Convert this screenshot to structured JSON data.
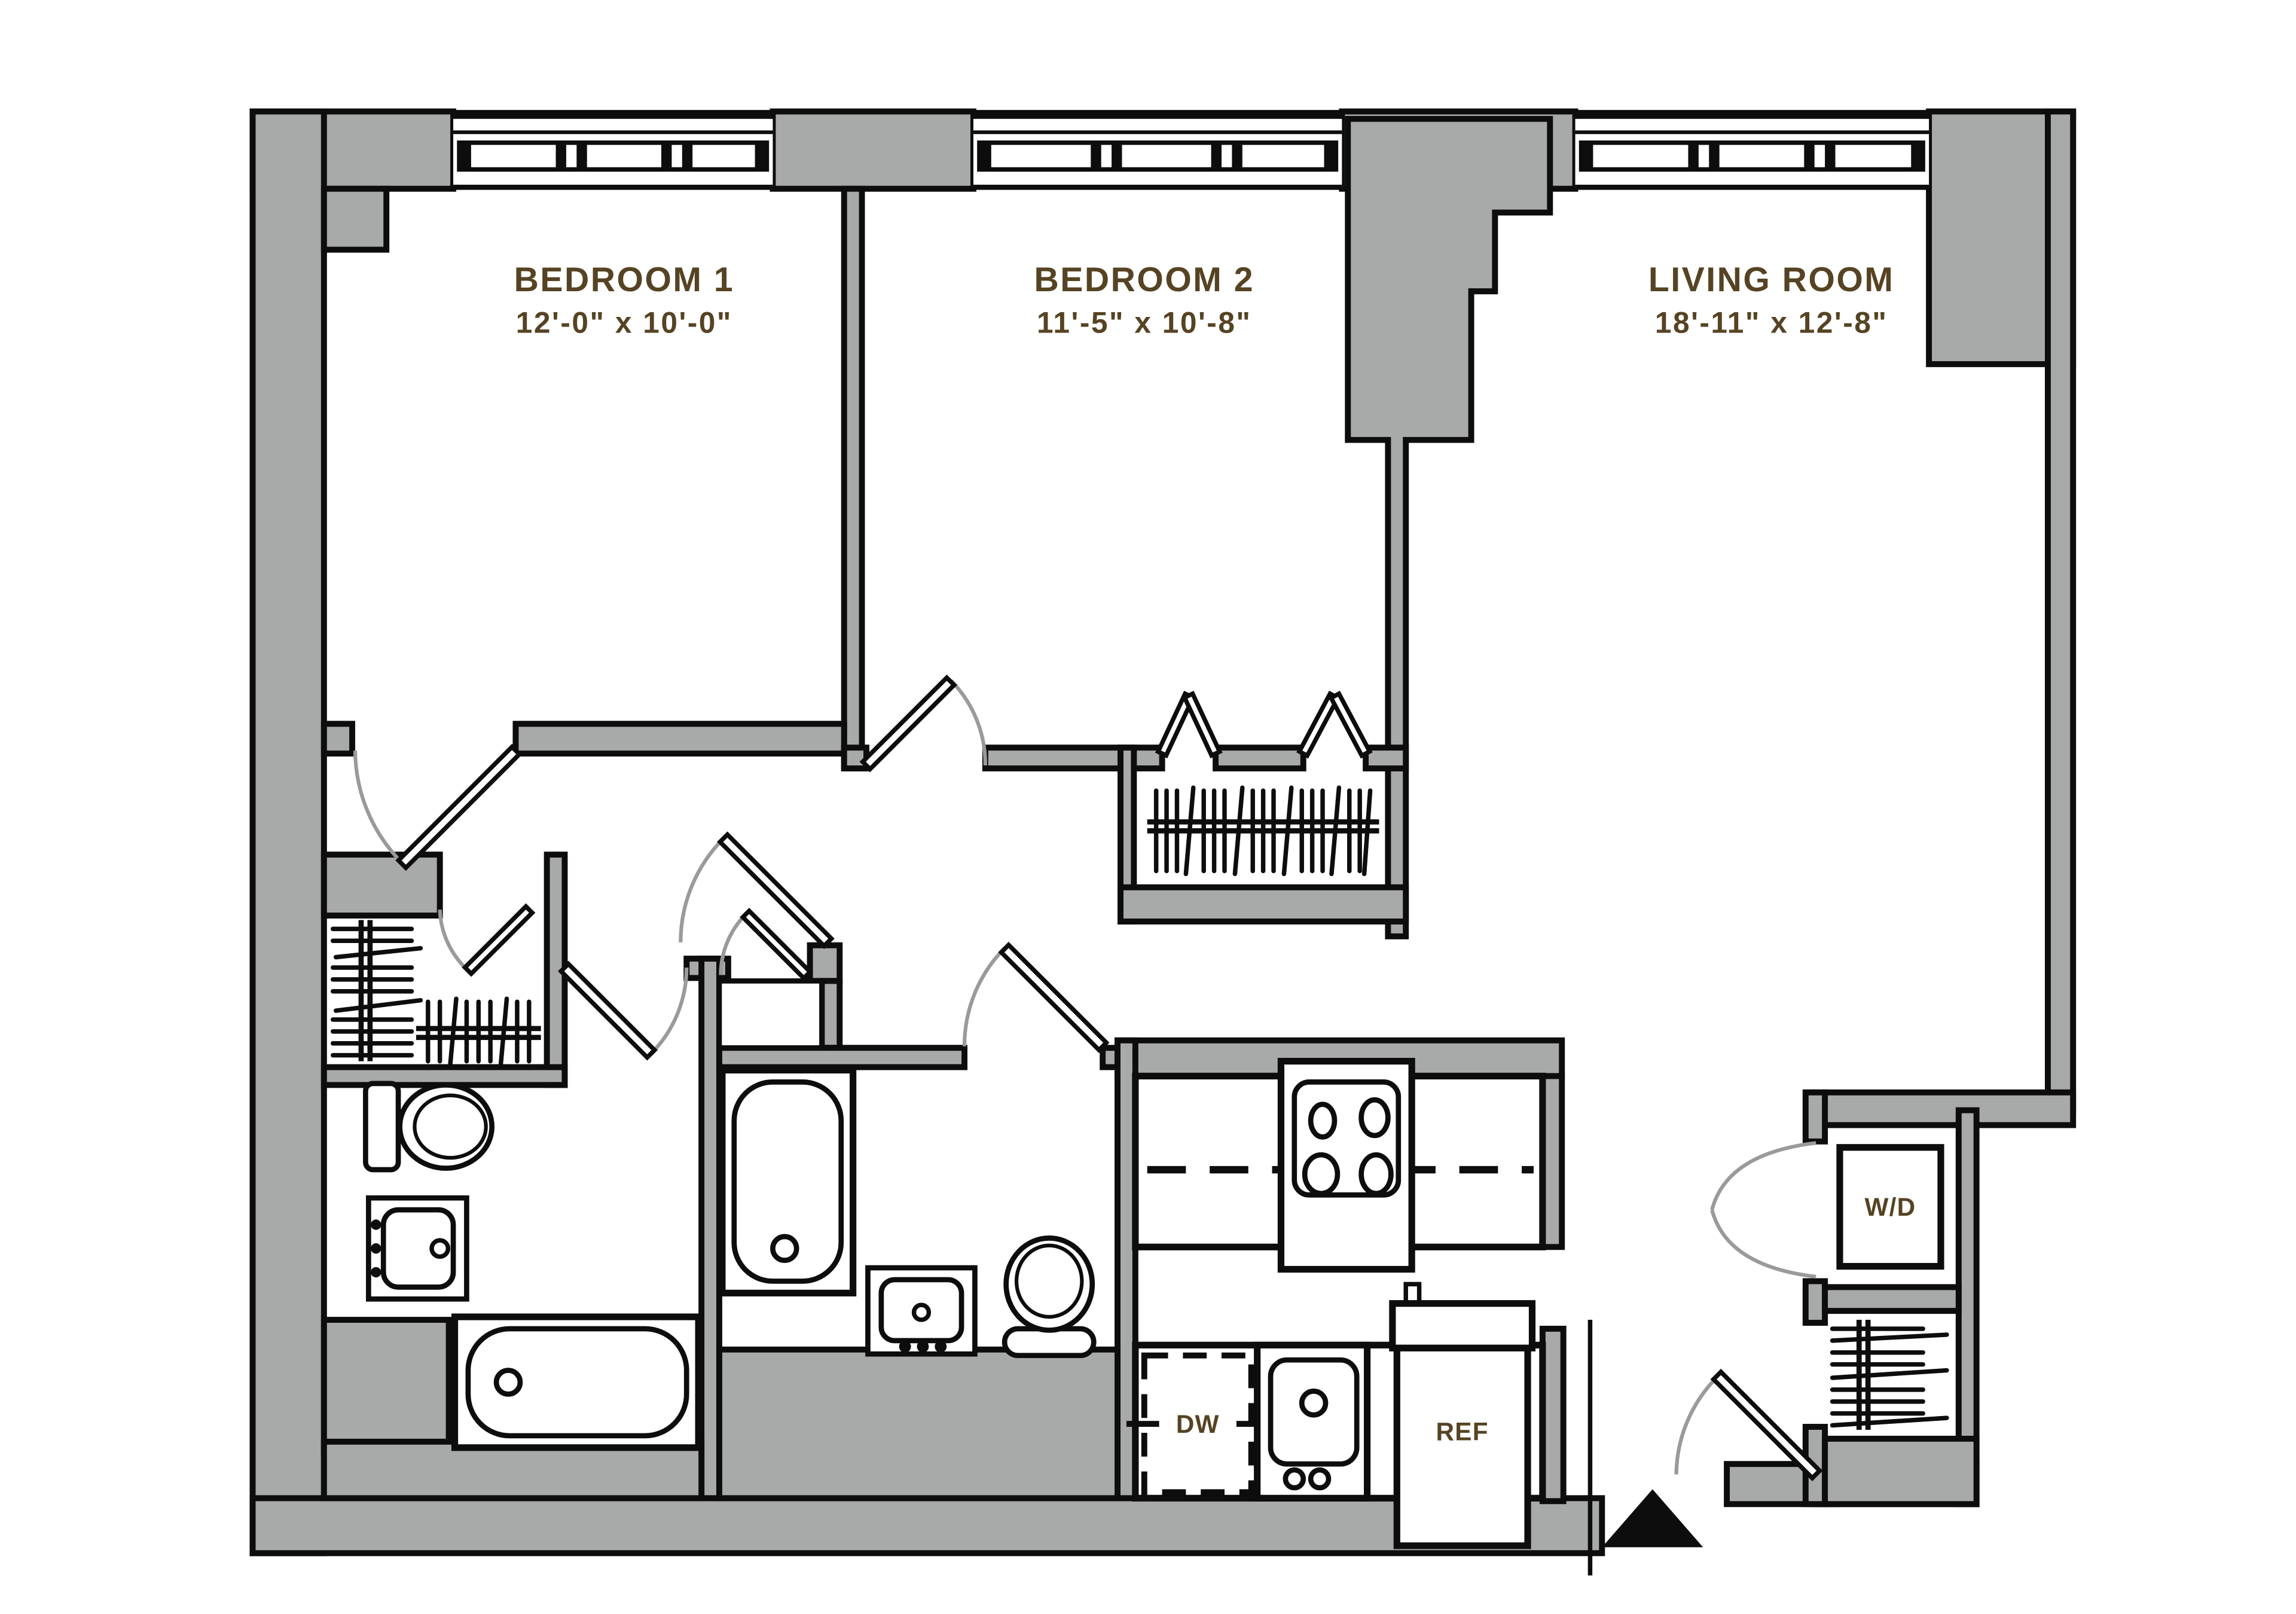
{
  "plan": {
    "type": "apartment-floor-plan",
    "rooms": [
      {
        "id": "bedroom-1",
        "name": "BEDROOM 1",
        "dimensions": "12'-0\" x 10'-0\""
      },
      {
        "id": "bedroom-2",
        "name": "BEDROOM 2",
        "dimensions": "11'-5\" x 10'-8\""
      },
      {
        "id": "living-room",
        "name": "LIVING ROOM",
        "dimensions": "18'-11\" x 12'-8\""
      }
    ],
    "appliances": {
      "washer_dryer": "W/D",
      "dishwasher": "DW",
      "refrigerator": "REF"
    },
    "symbols": {
      "entry_marker": "black-triangle",
      "closet_rod": "hanger-hatch-lines",
      "windows": "triple-glazing-band"
    },
    "colors": {
      "wall_fill": "#A8AAA9",
      "line": "#0D0D0D",
      "label_text": "#564323",
      "door_swing": "#9A9A9A",
      "background": "#FFFFFF"
    }
  }
}
